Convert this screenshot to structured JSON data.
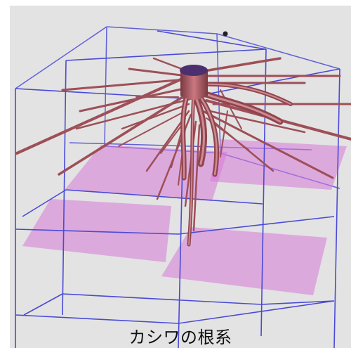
{
  "caption": "カシワの根系",
  "colors": {
    "background": "#e3e3e3",
    "grid_line": "#4a4ad6",
    "horizon_plane": "#d77ad8",
    "root": "#a5555c",
    "root_highlight": "#e09aa0",
    "root_shadow": "#6d2f36",
    "stump_top": "#4b2f6f"
  },
  "scene": {
    "subject": "root-system",
    "grid_layers": 3,
    "horizon_planes": 4
  }
}
